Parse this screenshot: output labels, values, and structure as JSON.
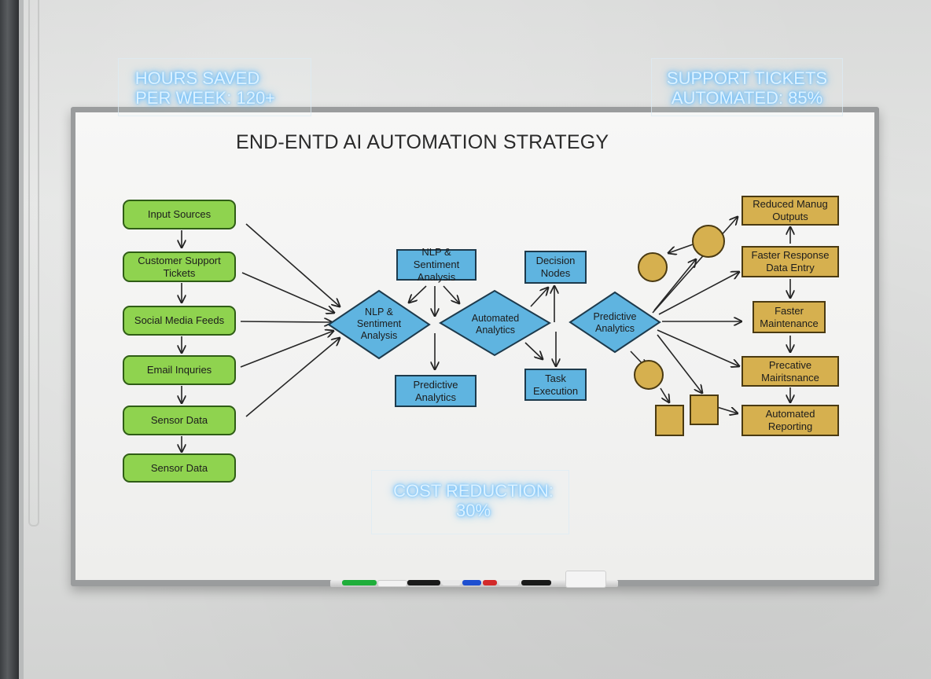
{
  "board": {
    "title": "END-ENTD AI AUTOMATION STRATEGY"
  },
  "overlays": {
    "hours_saved": "HOURS SAVED\n PER WEEK: 120+",
    "support_tickets": "SUPPORT TICKETS\nAUTOMATED: 85%",
    "cost_reduction": "COST REDUCTION:\n30%"
  },
  "inputs": [
    "Input Sources",
    "Customer Support\nTickets",
    "Social Media Feeds",
    "Email Inquries",
    "Sensor Data",
    "Sensor Data"
  ],
  "diamonds": {
    "nlp": "NLP &\nSentiment\nAnalysis",
    "automated": "Automated\nAnalytics",
    "predictive": "Predictive\nAnalytics"
  },
  "processes": {
    "nlp_box": "NLP & Sentiment\nAnalysis",
    "predictive_box": "Predictive\nAnalytics",
    "decision_nodes": "Decision\nNodes",
    "task_execution": "Task\nExecution"
  },
  "outputs": [
    "Reduced Manug\nOutputs",
    "Faster Response\nData Entry",
    "Faster\nMaintenance",
    "Precative\nMairitsnance",
    "Automated\nReporting"
  ],
  "colors": {
    "input_fill": "#8fd34f",
    "process_fill": "#5fb4e0",
    "output_fill": "#d6b04f",
    "overlay_glow": "#58b6ff"
  }
}
